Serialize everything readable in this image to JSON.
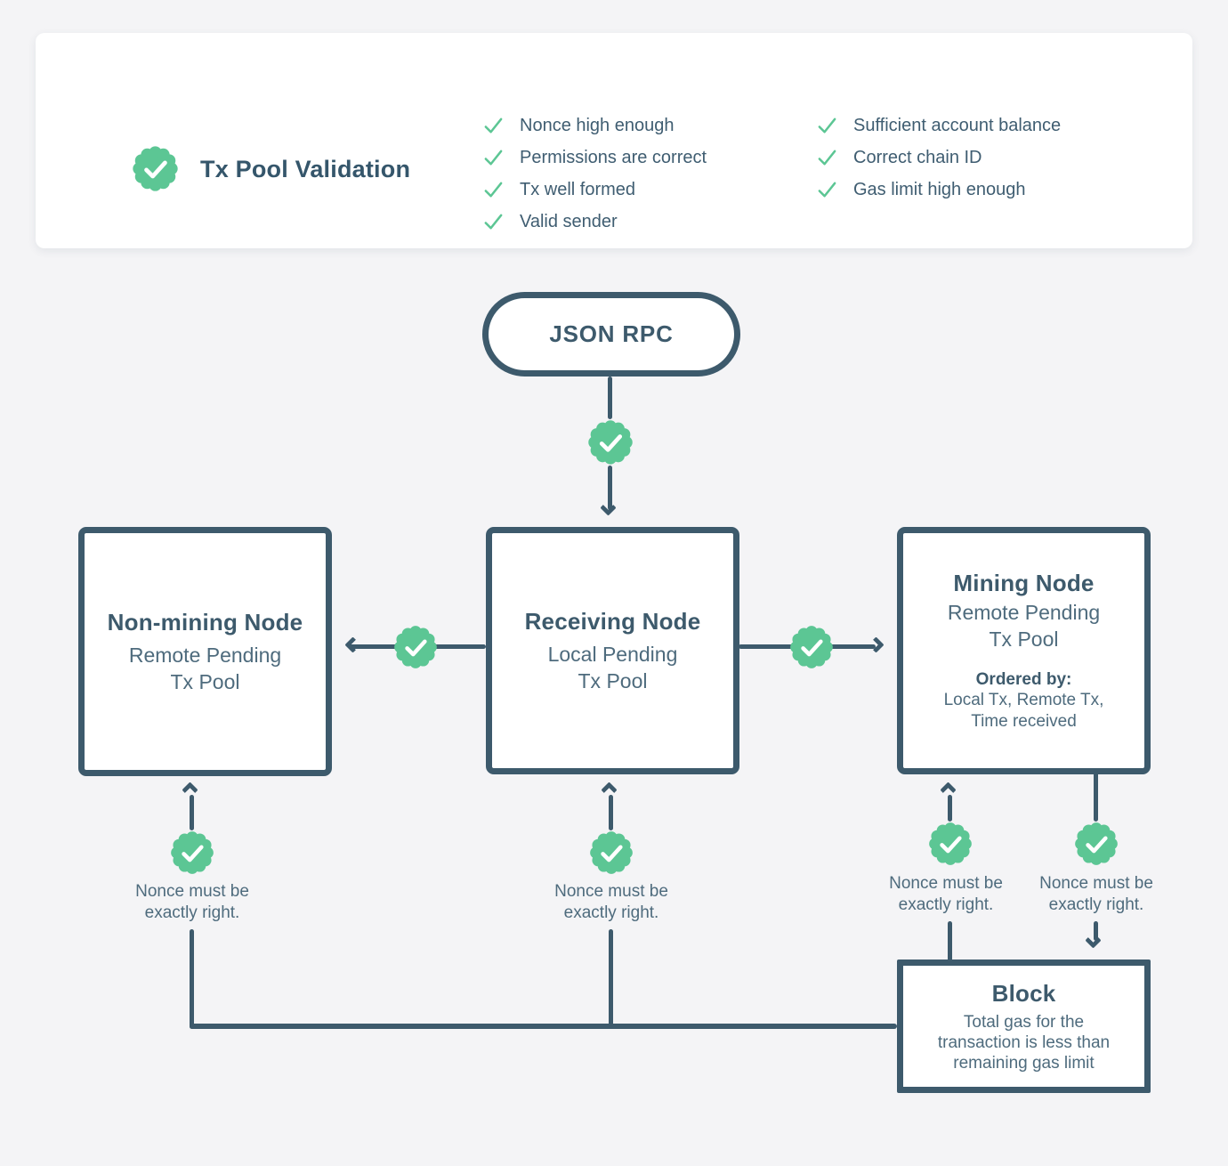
{
  "colors": {
    "slate": "#3D5A6C",
    "slate_light": "#4E6B7D",
    "green": "#5CC694",
    "background": "#F4F4F6",
    "card": "#FFFFFF"
  },
  "icons": {
    "badge": "seal-check-icon",
    "list_check": "checkmark-icon"
  },
  "validation_card": {
    "title": "Tx Pool Validation",
    "checks_left": [
      "Nonce high enough",
      "Permissions are correct",
      "Tx well formed",
      "Valid sender"
    ],
    "checks_right": [
      "Sufficient account balance",
      "Correct chain ID",
      "Gas limit high enough"
    ]
  },
  "flow": {
    "entry_label": "JSON RPC",
    "non_mining_node": {
      "title": "Non-mining Node",
      "lines": [
        "Remote Pending",
        "Tx Pool"
      ]
    },
    "receiving_node": {
      "title": "Receiving Node",
      "lines": [
        "Local Pending",
        "Tx Pool"
      ]
    },
    "mining_node": {
      "title": "Mining Node",
      "lines": [
        "Remote Pending",
        "Tx Pool"
      ],
      "ordered_by_label": "Ordered by:",
      "ordered_by_lines": [
        "Local Tx, Remote Tx,",
        "Time received"
      ]
    },
    "block": {
      "title": "Block",
      "body_lines": [
        "Total gas for the",
        "transaction is less than",
        "remaining gas limit"
      ]
    },
    "nonce_note_lines": [
      "Nonce must be",
      "exactly right."
    ]
  }
}
